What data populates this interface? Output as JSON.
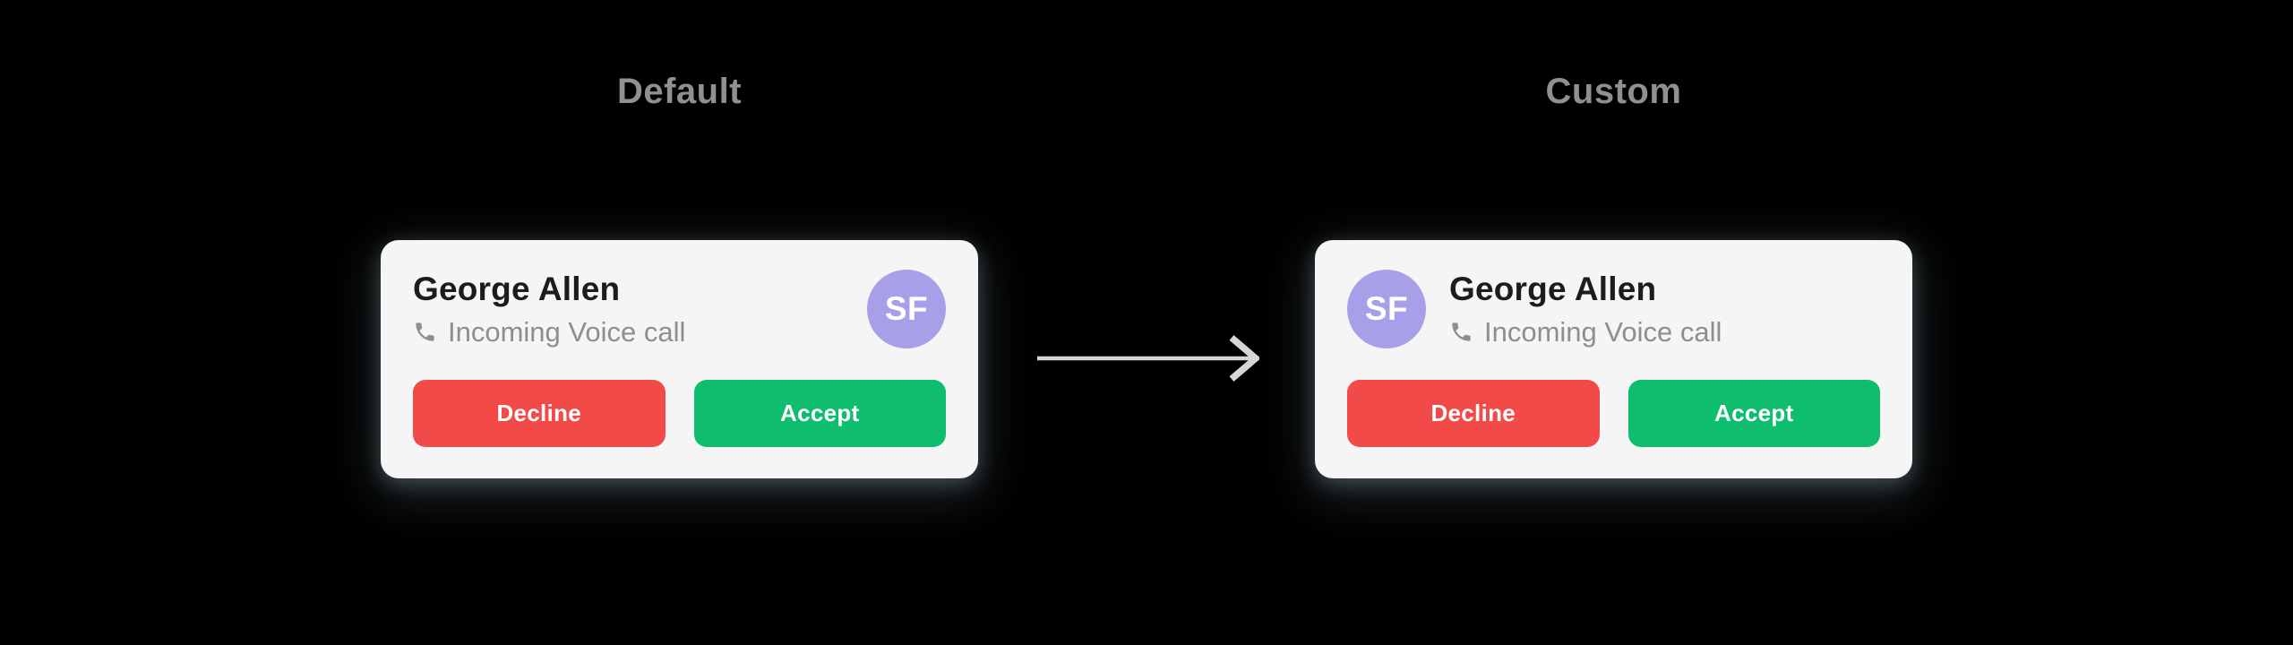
{
  "colors": {
    "page_bg": "#000000",
    "card_bg": "#f5f5f5",
    "name_text": "#1c1c1e",
    "muted_text": "#8e8e8e",
    "section_title": "#909090",
    "decline_red": "#f24949",
    "accept_green": "#0fbd6e",
    "avatar_purple": "#a7a0e8",
    "arrow_gray": "#d6d6d6"
  },
  "default_section": {
    "title": "Default",
    "card": {
      "name": "George Allen",
      "subtitle": "Incoming Voice call",
      "avatar_initials": "SF",
      "buttons": {
        "decline": "Decline",
        "accept": "Accept"
      }
    }
  },
  "custom_section": {
    "title": "Custom",
    "card": {
      "name": "George Allen",
      "subtitle": "Incoming Voice call",
      "avatar_initials": "SF",
      "buttons": {
        "decline": "Decline",
        "accept": "Accept"
      }
    }
  },
  "icons": {
    "subtitle_icon": "phone-icon",
    "between_cards_icon": "arrow-right-icon"
  }
}
